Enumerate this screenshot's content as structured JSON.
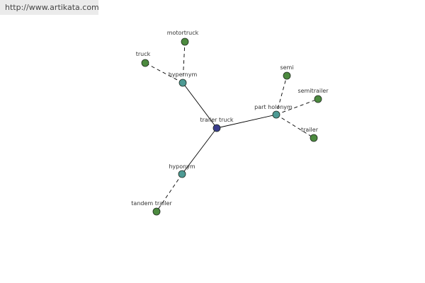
{
  "site": {
    "url": "http://www.artikata.com"
  },
  "graph": {
    "colors": {
      "root": "#3a3d8c",
      "relation": "#4d9a94",
      "leaf": "#4c8a3f",
      "stroke": "#1f2a1f",
      "edge": "#000000"
    },
    "nodes": [
      {
        "id": "root",
        "label": "trailer truck",
        "kind": "root"
      },
      {
        "id": "hypernym",
        "label": "hypernym",
        "kind": "relation"
      },
      {
        "id": "hyponym",
        "label": "hyponym",
        "kind": "relation"
      },
      {
        "id": "part_holonym",
        "label": "part holonym",
        "kind": "relation"
      },
      {
        "id": "motortruck",
        "label": "motortruck",
        "kind": "leaf"
      },
      {
        "id": "truck",
        "label": "truck",
        "kind": "leaf"
      },
      {
        "id": "tandem_trailer",
        "label": "tandem trailer",
        "kind": "leaf"
      },
      {
        "id": "semi",
        "label": "semi",
        "kind": "leaf"
      },
      {
        "id": "semitrailer",
        "label": "semitrailer",
        "kind": "leaf"
      },
      {
        "id": "trailer",
        "label": "trailer",
        "kind": "leaf"
      }
    ],
    "edges": [
      {
        "from": "root",
        "to": "hypernym",
        "style": "solid"
      },
      {
        "from": "root",
        "to": "hyponym",
        "style": "solid"
      },
      {
        "from": "root",
        "to": "part_holonym",
        "style": "solid"
      },
      {
        "from": "hypernym",
        "to": "motortruck",
        "style": "dashed"
      },
      {
        "from": "hypernym",
        "to": "truck",
        "style": "dashed"
      },
      {
        "from": "hyponym",
        "to": "tandem_trailer",
        "style": "dashed"
      },
      {
        "from": "part_holonym",
        "to": "semi",
        "style": "dashed"
      },
      {
        "from": "part_holonym",
        "to": "semitrailer",
        "style": "dashed"
      },
      {
        "from": "part_holonym",
        "to": "trailer",
        "style": "dashed"
      }
    ]
  }
}
